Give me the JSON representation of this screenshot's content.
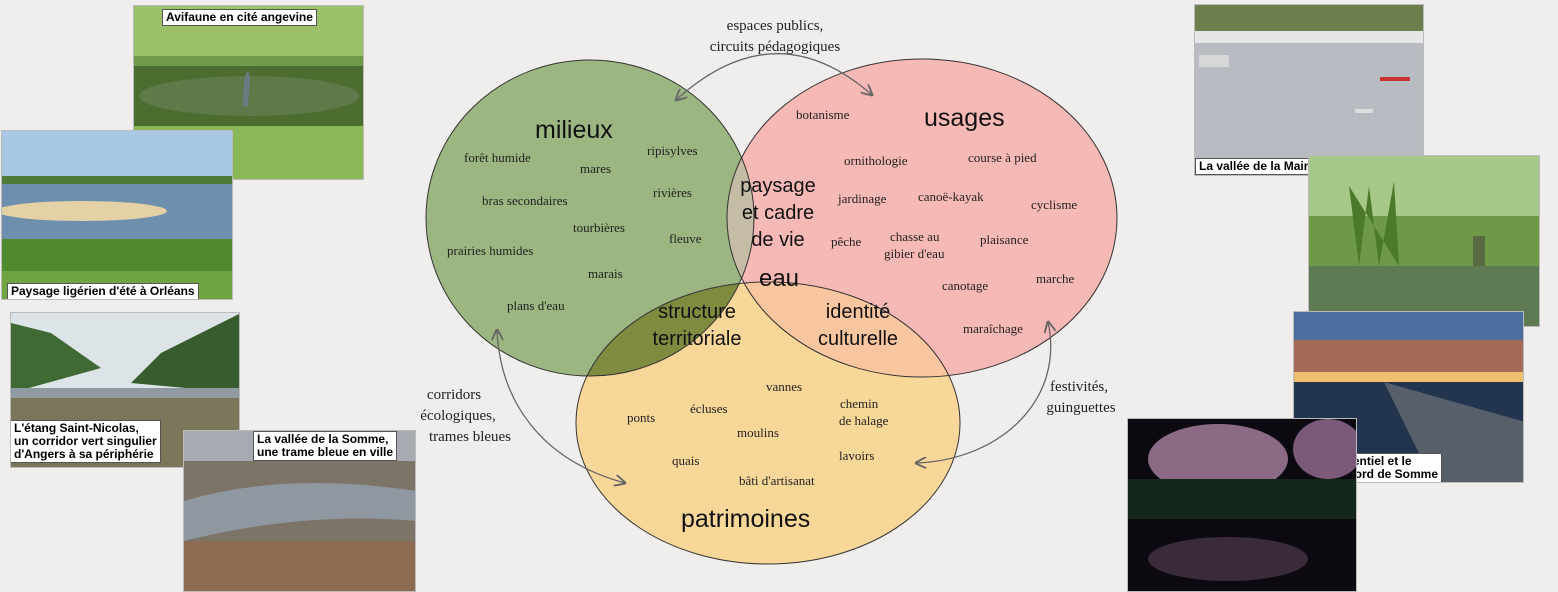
{
  "circles": {
    "milieux": {
      "title": "milieux",
      "color": "#9bb681",
      "items": [
        "forêt humide",
        "mares",
        "ripisylves",
        "bras secondaires",
        "rivières",
        "tourbières",
        "fleuve",
        "prairies humides",
        "marais",
        "plans d'eau"
      ]
    },
    "usages": {
      "title": "usages",
      "color": "#f6b9b5",
      "items": [
        "botanisme",
        "ornithologie",
        "course à pied",
        "jardinage",
        "canoë-kayak",
        "cyclisme",
        "pêche",
        "chasse au",
        "gibier d'eau",
        "plaisance",
        "canotage",
        "marche",
        "maraîchage"
      ]
    },
    "patrimoines": {
      "title": "patrimoines",
      "color": "#f8d798",
      "items": [
        "vannes",
        "chemin",
        "de halage",
        "ponts",
        "écluses",
        "moulins",
        "lavoirs",
        "quais",
        "bâti d'artisanat"
      ]
    }
  },
  "overlaps": {
    "paysage": [
      "paysage",
      "et cadre",
      "de vie"
    ],
    "eau": "eau",
    "structure": [
      "structure",
      "territoriale"
    ],
    "identite": [
      "identité",
      "culturelle"
    ]
  },
  "connectors": {
    "top": [
      "espaces publics,",
      "circuits pédagogiques"
    ],
    "left": [
      "corridors",
      "écologiques,",
      "trames bleues"
    ],
    "right": [
      "festivités,",
      "guinguettes"
    ]
  },
  "photos": {
    "avifaune": "Avifaune en cité angevine",
    "orleans": "Paysage ligérien d'été à Orléans",
    "etang": [
      "L'étang Saint-Nicolas,",
      "un corridor vert singulier",
      "d'Angers à sa périphérie"
    ],
    "somme": [
      "La vallée de la Somme,",
      "une trame bleue en ville"
    ],
    "maine": "La vallée de la Maine, un dialogue avec la nature",
    "evenementiel": [
      "L'événementiel et le",
      "festif en bord de Somme"
    ]
  }
}
